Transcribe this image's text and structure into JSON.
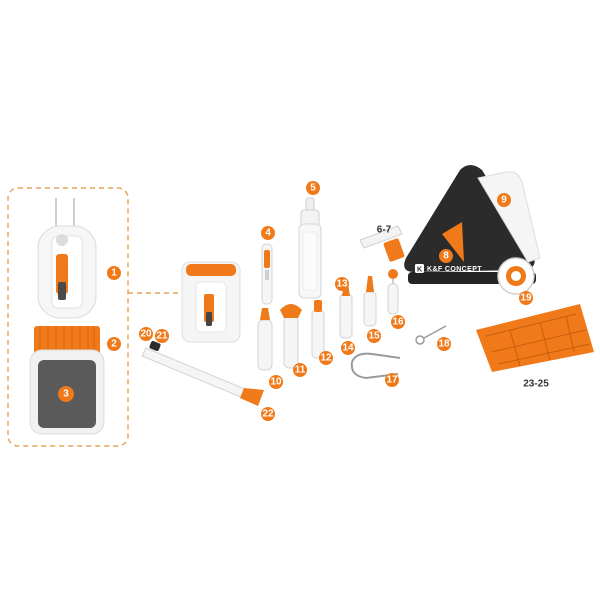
{
  "brand": {
    "name": "K&F CONCEPT",
    "mark": "K"
  },
  "colors": {
    "accent": "#f07a1a",
    "dark": "#2b2b2b",
    "panel_border": "#e5a55a",
    "pad": "#5a5a5a",
    "body": "#f4f4f4"
  },
  "callouts": {
    "c1": "1",
    "c2": "2",
    "c3": "3",
    "c4": "4",
    "c5": "5",
    "c67": "6-7",
    "c8": "8",
    "c9": "9",
    "c10": "10",
    "c11": "11",
    "c12": "12",
    "c13": "13",
    "c14": "14",
    "c15": "15",
    "c16": "16",
    "c17": "17",
    "c18": "18",
    "c19": "19",
    "c20": "20",
    "c21": "21",
    "c22": "22",
    "c2325": "23-25"
  }
}
